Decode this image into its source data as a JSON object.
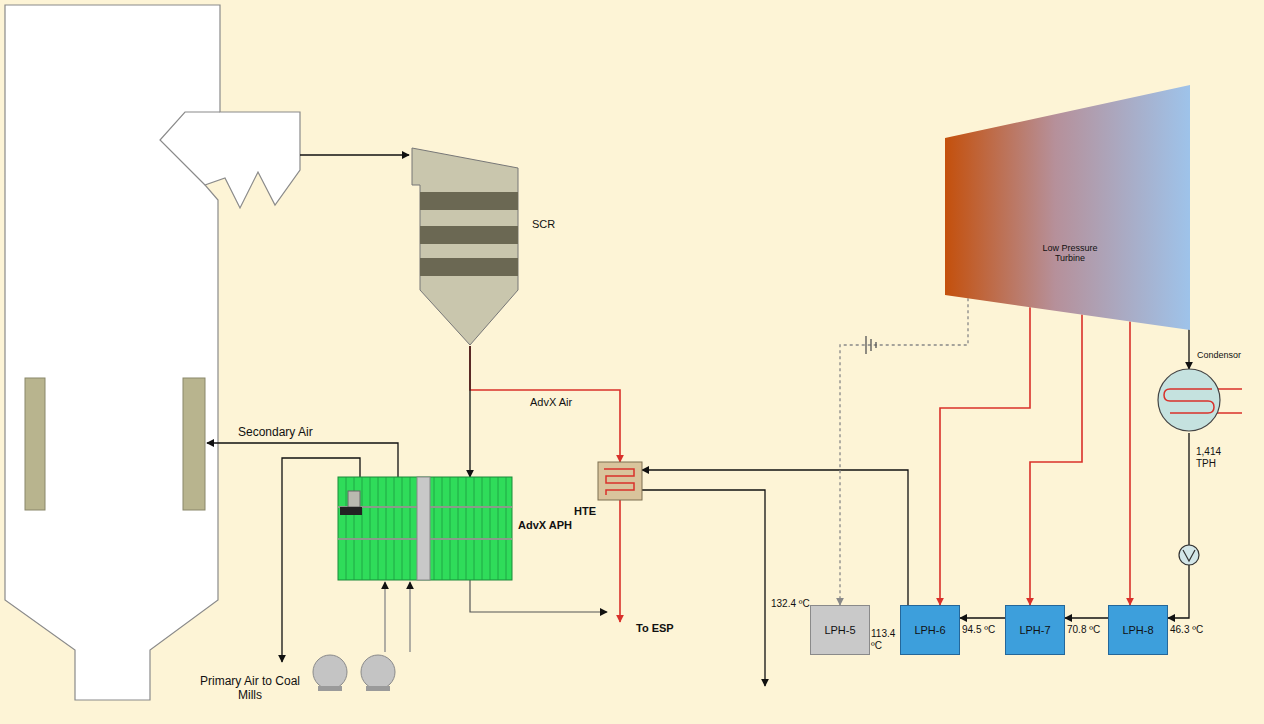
{
  "diagram": {
    "nodes": [
      {
        "text": [
          "SCR"
        ]
      },
      {
        "text": [
          "AdvX APH"
        ]
      },
      {
        "text": [
          "HTE"
        ]
      },
      {
        "text": [
          "Low Pressure Turbine"
        ]
      },
      {
        "text": [
          "Condensor"
        ]
      },
      {
        "text": [
          "LPH-5"
        ]
      },
      {
        "text": [
          "LPH-6"
        ]
      },
      {
        "text": [
          "LPH-7"
        ]
      },
      {
        "text": [
          "LPH-8"
        ]
      }
    ],
    "edges": [
      {
        "from": 0,
        "to": 2,
        "arrow": "to",
        "label": "AdvX Air"
      },
      {
        "from": 0,
        "to": 1,
        "arrow": "to"
      },
      {
        "from": 6,
        "to": 2,
        "arrow": "to"
      },
      {
        "from": 3,
        "to": 6,
        "arrow": "to"
      },
      {
        "from": 3,
        "to": 7,
        "arrow": "to"
      },
      {
        "from": 3,
        "to": 8,
        "arrow": "to"
      },
      {
        "from": 3,
        "to": 4,
        "arrow": "to"
      },
      {
        "from": 3,
        "to": 5,
        "arrow": "to"
      },
      {
        "from": 4,
        "to": 8,
        "arrow": "to"
      },
      {
        "from": 8,
        "to": 7,
        "arrow": "to"
      },
      {
        "from": 7,
        "to": 6,
        "arrow": "to"
      }
    ],
    "labels": [
      "Secondary Air",
      "Primary Air to Coal Mills",
      "To ESP",
      "132.4 ºC",
      "1,414 TPH",
      "113.4 ºC",
      "94.5 ºC",
      "70.8 ºC",
      "46.3 ºC"
    ]
  }
}
